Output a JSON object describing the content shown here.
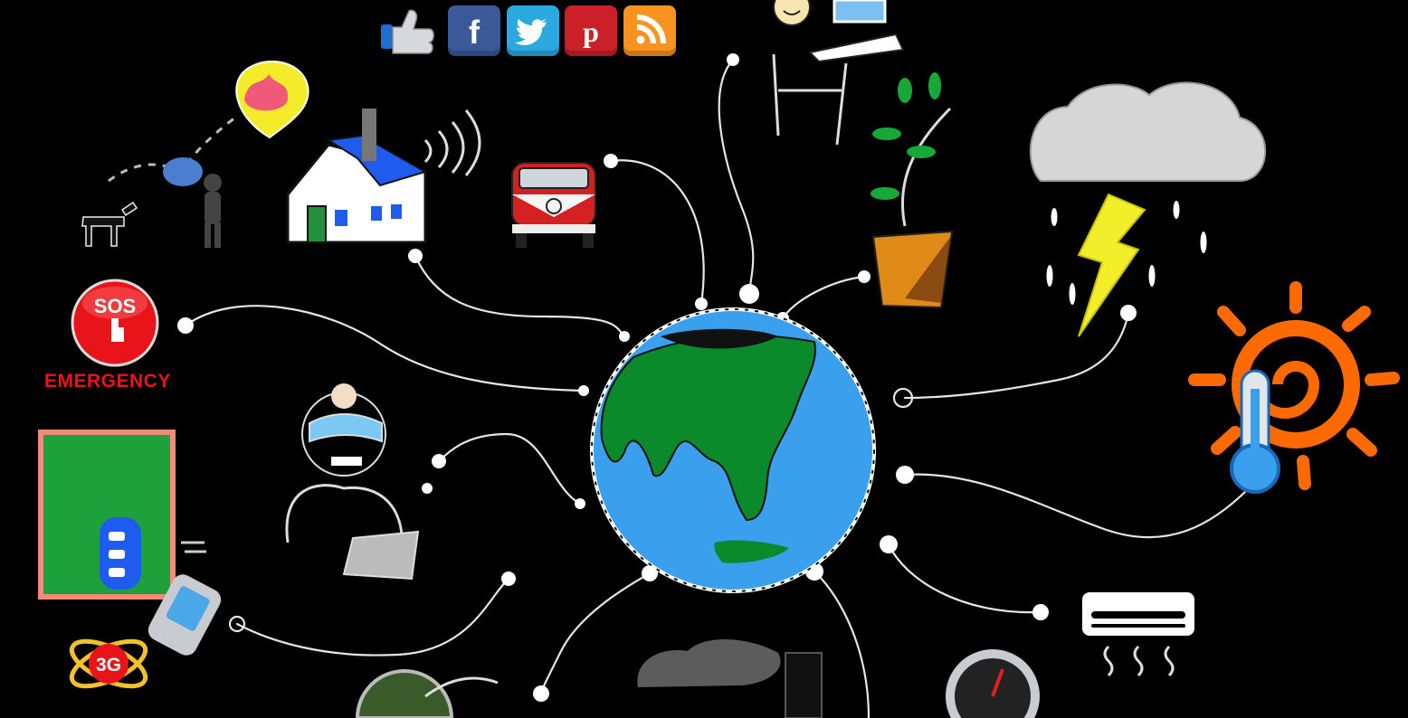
{
  "share_bar": {
    "items": [
      {
        "name": "like-icon",
        "label": ""
      },
      {
        "name": "facebook-icon",
        "label": "f",
        "color": "#3b5998"
      },
      {
        "name": "twitter-icon",
        "label": "",
        "color": "#2aa9e0"
      },
      {
        "name": "pinterest-icon",
        "label": "p",
        "color": "#cb2027"
      },
      {
        "name": "rss-icon",
        "label": "",
        "color": "#f7931e"
      }
    ]
  },
  "emergency": {
    "button_text": "SOS",
    "caption": "EMERGENCY",
    "color": "#e8141a"
  },
  "network_badge": {
    "text": "3G",
    "color": "#e8141a"
  },
  "colors": {
    "background": "#000000",
    "globe_water": "#3aa0ee",
    "globe_land": "#0a8a2a",
    "sun": "#ff6a00",
    "bolt": "#f2ef2a"
  }
}
